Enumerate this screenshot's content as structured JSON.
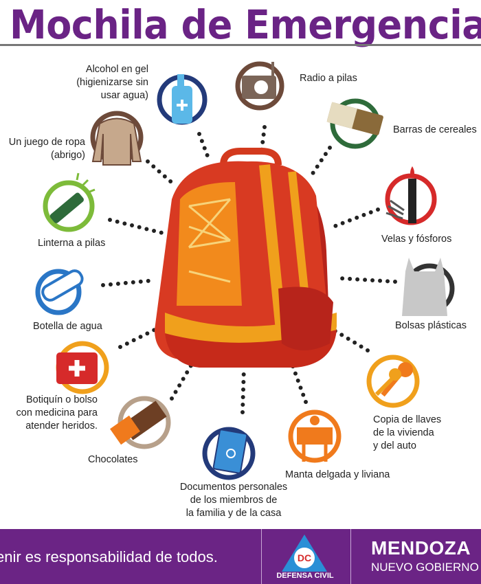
{
  "header": {
    "title": "Mochila de Emergencia"
  },
  "items": [
    {
      "label": "Alcohol en gel\n(higienizarse sin\nusar agua)",
      "icon": "hand-sanitizer-icon"
    },
    {
      "label": "Radio a pilas",
      "icon": "radio-icon"
    },
    {
      "label": "Barras de cereales",
      "icon": "cereal-bar-icon"
    },
    {
      "label": "Un juego de ropa\n(abrigo)",
      "icon": "sweater-icon"
    },
    {
      "label": "Linterna a pilas",
      "icon": "flashlight-icon"
    },
    {
      "label": "Velas y fósforos",
      "icon": "candle-matches-icon"
    },
    {
      "label": "Botella de agua",
      "icon": "water-bottle-icon"
    },
    {
      "label": "Bolsas plásticas",
      "icon": "plastic-bag-icon"
    },
    {
      "label": "Botiquín o bolso\ncon medicina para\natender heridos.",
      "icon": "first-aid-kit-icon"
    },
    {
      "label": "Copia de llaves\nde la vivienda\ny del auto",
      "icon": "keys-icon"
    },
    {
      "label": "Chocolates",
      "icon": "chocolate-icon"
    },
    {
      "label": "Manta delgada y liviana",
      "icon": "blanket-icon"
    },
    {
      "label": "Documentos personales\nde los miembros de\nla familia y de la casa",
      "icon": "documents-icon"
    }
  ],
  "footer": {
    "slogan": "enir es responsabilidad de todos.",
    "dc_badge": "DC",
    "dc_name": "DEFENSA CIVIL",
    "mendoza": "MENDOZA",
    "gobierno": "NUEVO GOBIERNO"
  },
  "colors": {
    "brand_purple": "#6b2485",
    "backpack_red": "#d83a22",
    "backpack_orange": "#f0a01c"
  }
}
